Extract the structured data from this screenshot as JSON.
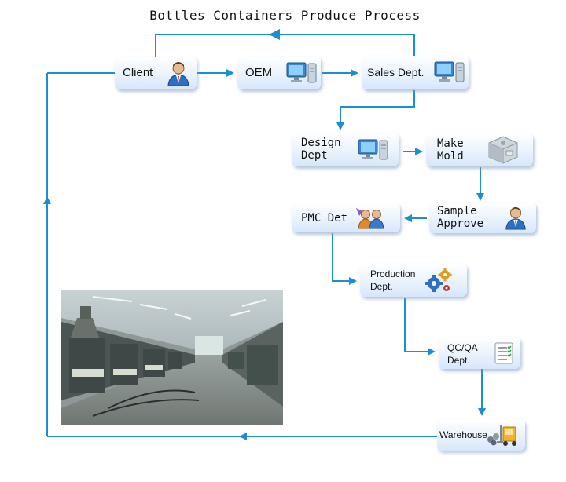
{
  "title": "Bottles Containers Produce Process",
  "nodes": {
    "client": "Client",
    "oem": "OEM",
    "sales": "Sales Dept.",
    "design": "Design\nDept",
    "mold": "Make\nMold",
    "sample": "Sample\nApprove",
    "pmc": "PMC Det",
    "production": "Production\nDept.",
    "qcqa": "QC/QA\nDept.",
    "warehouse": "Warehouse"
  },
  "icons": {
    "client": "person-icon",
    "oem": "computer-icon",
    "sales": "computer-icon",
    "design": "computer-icon",
    "mold": "mold-icon",
    "sample": "person-icon",
    "pmc": "people-icon",
    "production": "gears-icon",
    "qcqa": "checklist-icon",
    "warehouse": "forklift-icon"
  },
  "colors": {
    "arrow": "#1a8fd6",
    "node_bottom": "#d6e7fa"
  }
}
